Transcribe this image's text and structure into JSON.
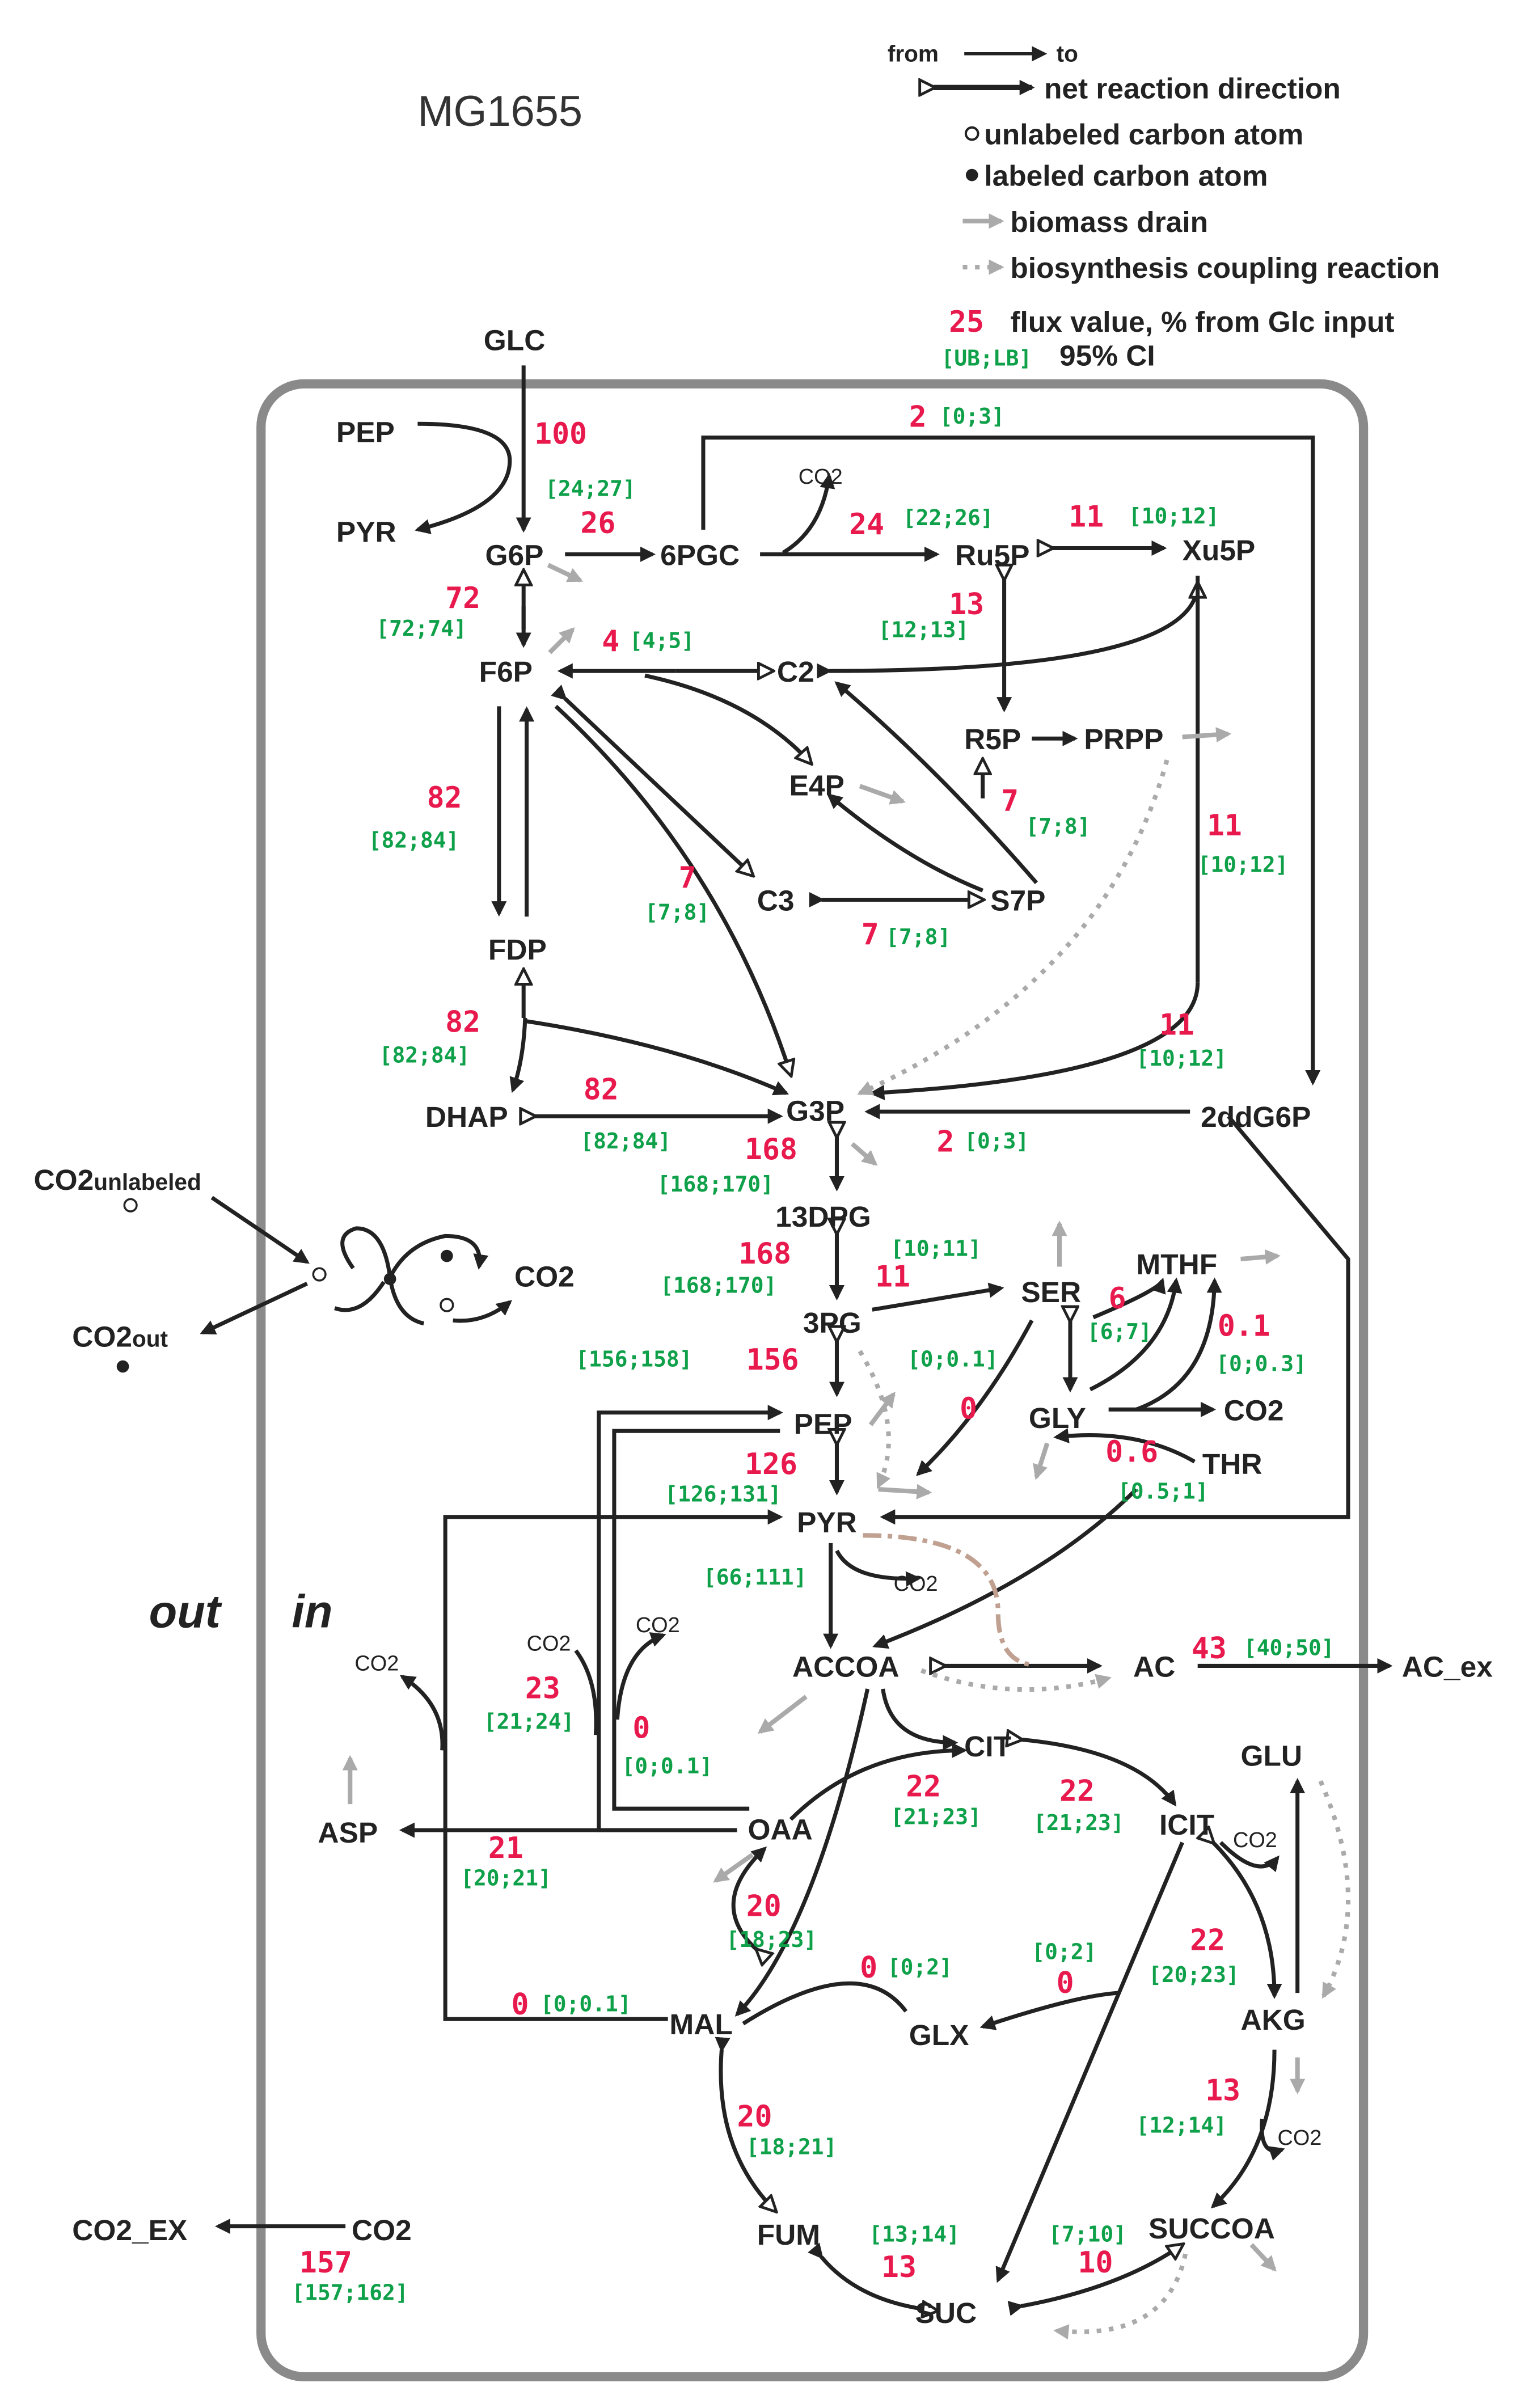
{
  "title": "MG1655",
  "legend": {
    "from": "from",
    "to": "to",
    "net": "net reaction direction",
    "unlabeled": "unlabeled carbon atom",
    "labeled": "labeled carbon atom",
    "biomass": "biomass drain",
    "coupling": "biosynthesis coupling reaction",
    "flux_example": "25",
    "flux_desc": "flux value, % from Glc input",
    "ci_example": "[UB;LB]",
    "ci_desc": "95% CI"
  },
  "compartments": {
    "out": "out",
    "in": "in"
  },
  "metabolites": {
    "glc": "GLC",
    "pep_top": "PEP",
    "pyr_top": "PYR",
    "g6p": "G6P",
    "pgc6": "6PGC",
    "co2_pgc": "CO2",
    "ru5p": "Ru5P",
    "xu5p": "Xu5P",
    "f6p": "F6P",
    "c2": "C2",
    "r5p": "R5P",
    "prpp": "PRPP",
    "e4p": "E4P",
    "c3": "C3",
    "s7p": "S7P",
    "fdp": "FDP",
    "dhap": "DHAP",
    "g3p": "G3P",
    "ddg6p": "2ddG6P",
    "dpg13": "13DPG",
    "pg3": "3PG",
    "ser": "SER",
    "mthf": "MTHF",
    "pep": "PEP",
    "gly": "GLY",
    "co2_gly": "CO2",
    "thr": "THR",
    "pyr": "PYR",
    "co2_pyr": "CO2",
    "accoa": "ACCOA",
    "ac": "AC",
    "ac_ex": "AC_ex",
    "cit": "CIT",
    "icit": "ICIT",
    "co2_icit": "CO2",
    "glu": "GLU",
    "oaa": "OAA",
    "asp": "ASP",
    "co2_asp": "CO2",
    "co2_pep1": "CO2",
    "co2_pep2": "CO2",
    "akg": "AKG",
    "co2_akg": "CO2",
    "mal": "MAL",
    "glx": "GLX",
    "fum": "FUM",
    "suc": "SUC",
    "succoa": "SUCCOA",
    "co2_ex": "CO2_EX",
    "co2_in": "CO2",
    "co2_unlab_main": "CO2",
    "co2_unlab_sub": "unlabeled",
    "co2_out_main": "CO2",
    "co2_out_sub": "out",
    "co2_exch": "CO2"
  },
  "fluxes": [
    {
      "id": "glc_uptake",
      "value": "100",
      "ci": "[24;27]"
    },
    {
      "id": "oxppp",
      "value": "26",
      "ci": ""
    },
    {
      "id": "gnd",
      "value": "24",
      "ci": "[22;26]"
    },
    {
      "id": "rpe",
      "value": "11",
      "ci": "[10;12]"
    },
    {
      "id": "edd",
      "value": "2",
      "ci": "[0;3]"
    },
    {
      "id": "pgi",
      "value": "72",
      "ci": "[72;74]"
    },
    {
      "id": "rpi",
      "value": "13",
      "ci": "[12;13]"
    },
    {
      "id": "tkt1",
      "value": "4",
      "ci": "[4;5]"
    },
    {
      "id": "pfk",
      "value": "82",
      "ci": "[82;84]"
    },
    {
      "id": "tkt_s7p",
      "value": "7",
      "ci": "[7;8]"
    },
    {
      "id": "tkt2",
      "value": "11",
      "ci": "[10;12]"
    },
    {
      "id": "tal",
      "value": "7",
      "ci": "[7;8]"
    },
    {
      "id": "tal2",
      "value": "7",
      "ci": "[7;8]"
    },
    {
      "id": "fba",
      "value": "82",
      "ci": "[82;84]"
    },
    {
      "id": "eda",
      "value": "11",
      "ci": "[10;12]"
    },
    {
      "id": "tpi",
      "value": "82",
      "ci": "[82;84]"
    },
    {
      "id": "gap",
      "value": "168",
      "ci": "[168;170]"
    },
    {
      "id": "ddg",
      "value": "2",
      "ci": "[0;3]"
    },
    {
      "id": "pgk",
      "value": "168",
      "ci": "[168;170]"
    },
    {
      "id": "serA",
      "value": "11",
      "ci": "[10;11]"
    },
    {
      "id": "glyA",
      "value": "6",
      "ci": "[6;7]"
    },
    {
      "id": "gcv",
      "value": "0.1",
      "ci": "[0;0.3]"
    },
    {
      "id": "eno",
      "value": "156",
      "ci": "[156;158]"
    },
    {
      "id": "sda",
      "value": "0",
      "ci": "[0;0.1]"
    },
    {
      "id": "ltaE",
      "value": "0.6",
      "ci": "[0.5;1]"
    },
    {
      "id": "pyk",
      "value": "126",
      "ci": "[126;131]"
    },
    {
      "id": "pdh",
      "value": "",
      "ci": "[66;111]"
    },
    {
      "id": "ack",
      "value": "43",
      "ci": "[40;50]"
    },
    {
      "id": "pck",
      "value": "23",
      "ci": "[21;24]"
    },
    {
      "id": "ppc",
      "value": "0",
      "ci": "[0;0.1]"
    },
    {
      "id": "gltA",
      "value": "22",
      "ci": "[21;23]"
    },
    {
      "id": "acn",
      "value": "22",
      "ci": "[21;23]"
    },
    {
      "id": "aspC",
      "value": "21",
      "ci": "[20;21]"
    },
    {
      "id": "mdh",
      "value": "20",
      "ci": "[18;23]"
    },
    {
      "id": "aceB",
      "value": "0",
      "ci": "[0;2]"
    },
    {
      "id": "aceA",
      "value": "0",
      "ci": "[0;2]"
    },
    {
      "id": "icd",
      "value": "22",
      "ci": "[20;23]"
    },
    {
      "id": "mae",
      "value": "0",
      "ci": "[0;0.1]"
    },
    {
      "id": "fum",
      "value": "20",
      "ci": "[18;21]"
    },
    {
      "id": "sucAB",
      "value": "13",
      "ci": "[12;14]"
    },
    {
      "id": "sdh",
      "value": "13",
      "ci": "[13;14]"
    },
    {
      "id": "sucCD",
      "value": "10",
      "ci": "[7;10]"
    },
    {
      "id": "co2_exchange",
      "value": "157",
      "ci": "[157;162]"
    }
  ]
}
